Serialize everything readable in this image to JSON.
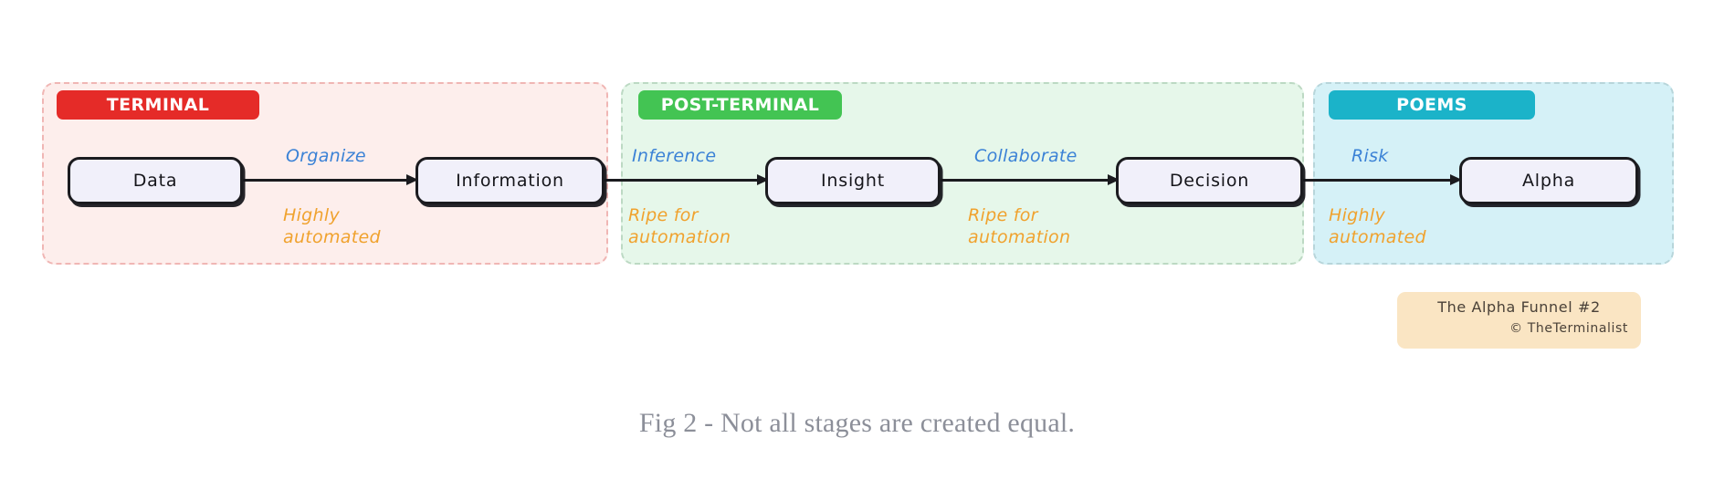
{
  "figure": {
    "caption": "Fig 2 - Not all stages are created equal.",
    "credit": {
      "title": "The Alpha Funnel #2",
      "attribution": "© TheTerminalist"
    }
  },
  "colors": {
    "terminal_badge": "#E52B28",
    "post_terminal_badge": "#43C453",
    "poems_badge": "#1BB3C9",
    "terminal_panel_bg": "#FDEEEC",
    "post_terminal_panel_bg": "#E6F7EA",
    "poems_panel_bg": "#D5F1F7",
    "node_bg": "#F1F0FA",
    "node_border": "#1B1B1F",
    "edge_label_top": "#3B82D6",
    "edge_label_bottom": "#F0A22E",
    "caption_text": "#8C8F99",
    "credit_bg": "#FAE5C3"
  },
  "panels": [
    {
      "id": "terminal",
      "label": "TERMINAL"
    },
    {
      "id": "post-terminal",
      "label": "POST-TERMINAL"
    },
    {
      "id": "poems",
      "label": "POEMS"
    }
  ],
  "nodes": [
    {
      "id": "data",
      "label": "Data"
    },
    {
      "id": "information",
      "label": "Information"
    },
    {
      "id": "insight",
      "label": "Insight"
    },
    {
      "id": "decision",
      "label": "Decision"
    },
    {
      "id": "alpha",
      "label": "Alpha"
    }
  ],
  "edges": [
    {
      "from": "data",
      "to": "information",
      "action": "Organize",
      "automation_line1": "Highly",
      "automation_line2": "automated"
    },
    {
      "from": "information",
      "to": "insight",
      "action": "Inference",
      "automation_line1": "Ripe for",
      "automation_line2": "automation"
    },
    {
      "from": "insight",
      "to": "decision",
      "action": "Collaborate",
      "automation_line1": "Ripe for",
      "automation_line2": "automation"
    },
    {
      "from": "decision",
      "to": "alpha",
      "action": "Risk",
      "automation_line1": "Highly",
      "automation_line2": "automated"
    }
  ]
}
